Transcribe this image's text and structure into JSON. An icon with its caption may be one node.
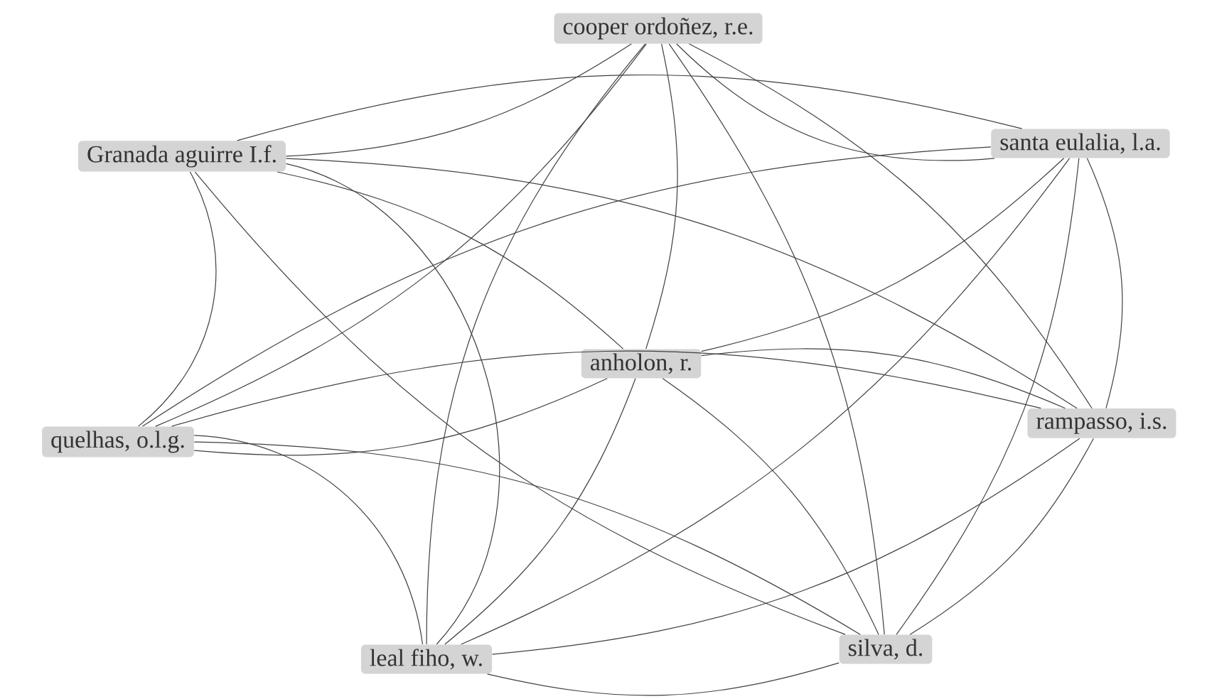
{
  "diagram": {
    "nodes": [
      {
        "text": [
          "cooper ordoñez, r.e."
        ]
      },
      {
        "text": [
          "Granada aguirre I.f."
        ]
      },
      {
        "text": [
          "santa eulalia, l.a."
        ]
      },
      {
        "text": [
          "anholon, r."
        ]
      },
      {
        "text": [
          "quelhas, o.l.g."
        ]
      },
      {
        "text": [
          "rampasso, i.s."
        ]
      },
      {
        "text": [
          "leal fiho, w."
        ]
      },
      {
        "text": [
          "silva, d."
        ]
      }
    ],
    "edges": [
      {
        "from": 0,
        "to": 1,
        "arrow": "none"
      },
      {
        "from": 0,
        "to": 2,
        "arrow": "none"
      },
      {
        "from": 0,
        "to": 3,
        "arrow": "none"
      },
      {
        "from": 0,
        "to": 4,
        "arrow": "none"
      },
      {
        "from": 0,
        "to": 5,
        "arrow": "none"
      },
      {
        "from": 0,
        "to": 6,
        "arrow": "none"
      },
      {
        "from": 0,
        "to": 7,
        "arrow": "none"
      },
      {
        "from": 1,
        "to": 2,
        "arrow": "none"
      },
      {
        "from": 1,
        "to": 3,
        "arrow": "none"
      },
      {
        "from": 1,
        "to": 4,
        "arrow": "none"
      },
      {
        "from": 1,
        "to": 5,
        "arrow": "none"
      },
      {
        "from": 1,
        "to": 6,
        "arrow": "none"
      },
      {
        "from": 1,
        "to": 7,
        "arrow": "none"
      },
      {
        "from": 2,
        "to": 3,
        "arrow": "none"
      },
      {
        "from": 2,
        "to": 4,
        "arrow": "none"
      },
      {
        "from": 2,
        "to": 5,
        "arrow": "none"
      },
      {
        "from": 2,
        "to": 6,
        "arrow": "none"
      },
      {
        "from": 2,
        "to": 7,
        "arrow": "none"
      },
      {
        "from": 3,
        "to": 4,
        "arrow": "none"
      },
      {
        "from": 3,
        "to": 5,
        "arrow": "none"
      },
      {
        "from": 3,
        "to": 6,
        "arrow": "none"
      },
      {
        "from": 3,
        "to": 7,
        "arrow": "none"
      },
      {
        "from": 4,
        "to": 5,
        "arrow": "none"
      },
      {
        "from": 4,
        "to": 6,
        "arrow": "none"
      },
      {
        "from": 4,
        "to": 7,
        "arrow": "none"
      },
      {
        "from": 5,
        "to": 6,
        "arrow": "none"
      },
      {
        "from": 5,
        "to": 7,
        "arrow": "none"
      },
      {
        "from": 6,
        "to": 7,
        "arrow": "none"
      }
    ]
  }
}
